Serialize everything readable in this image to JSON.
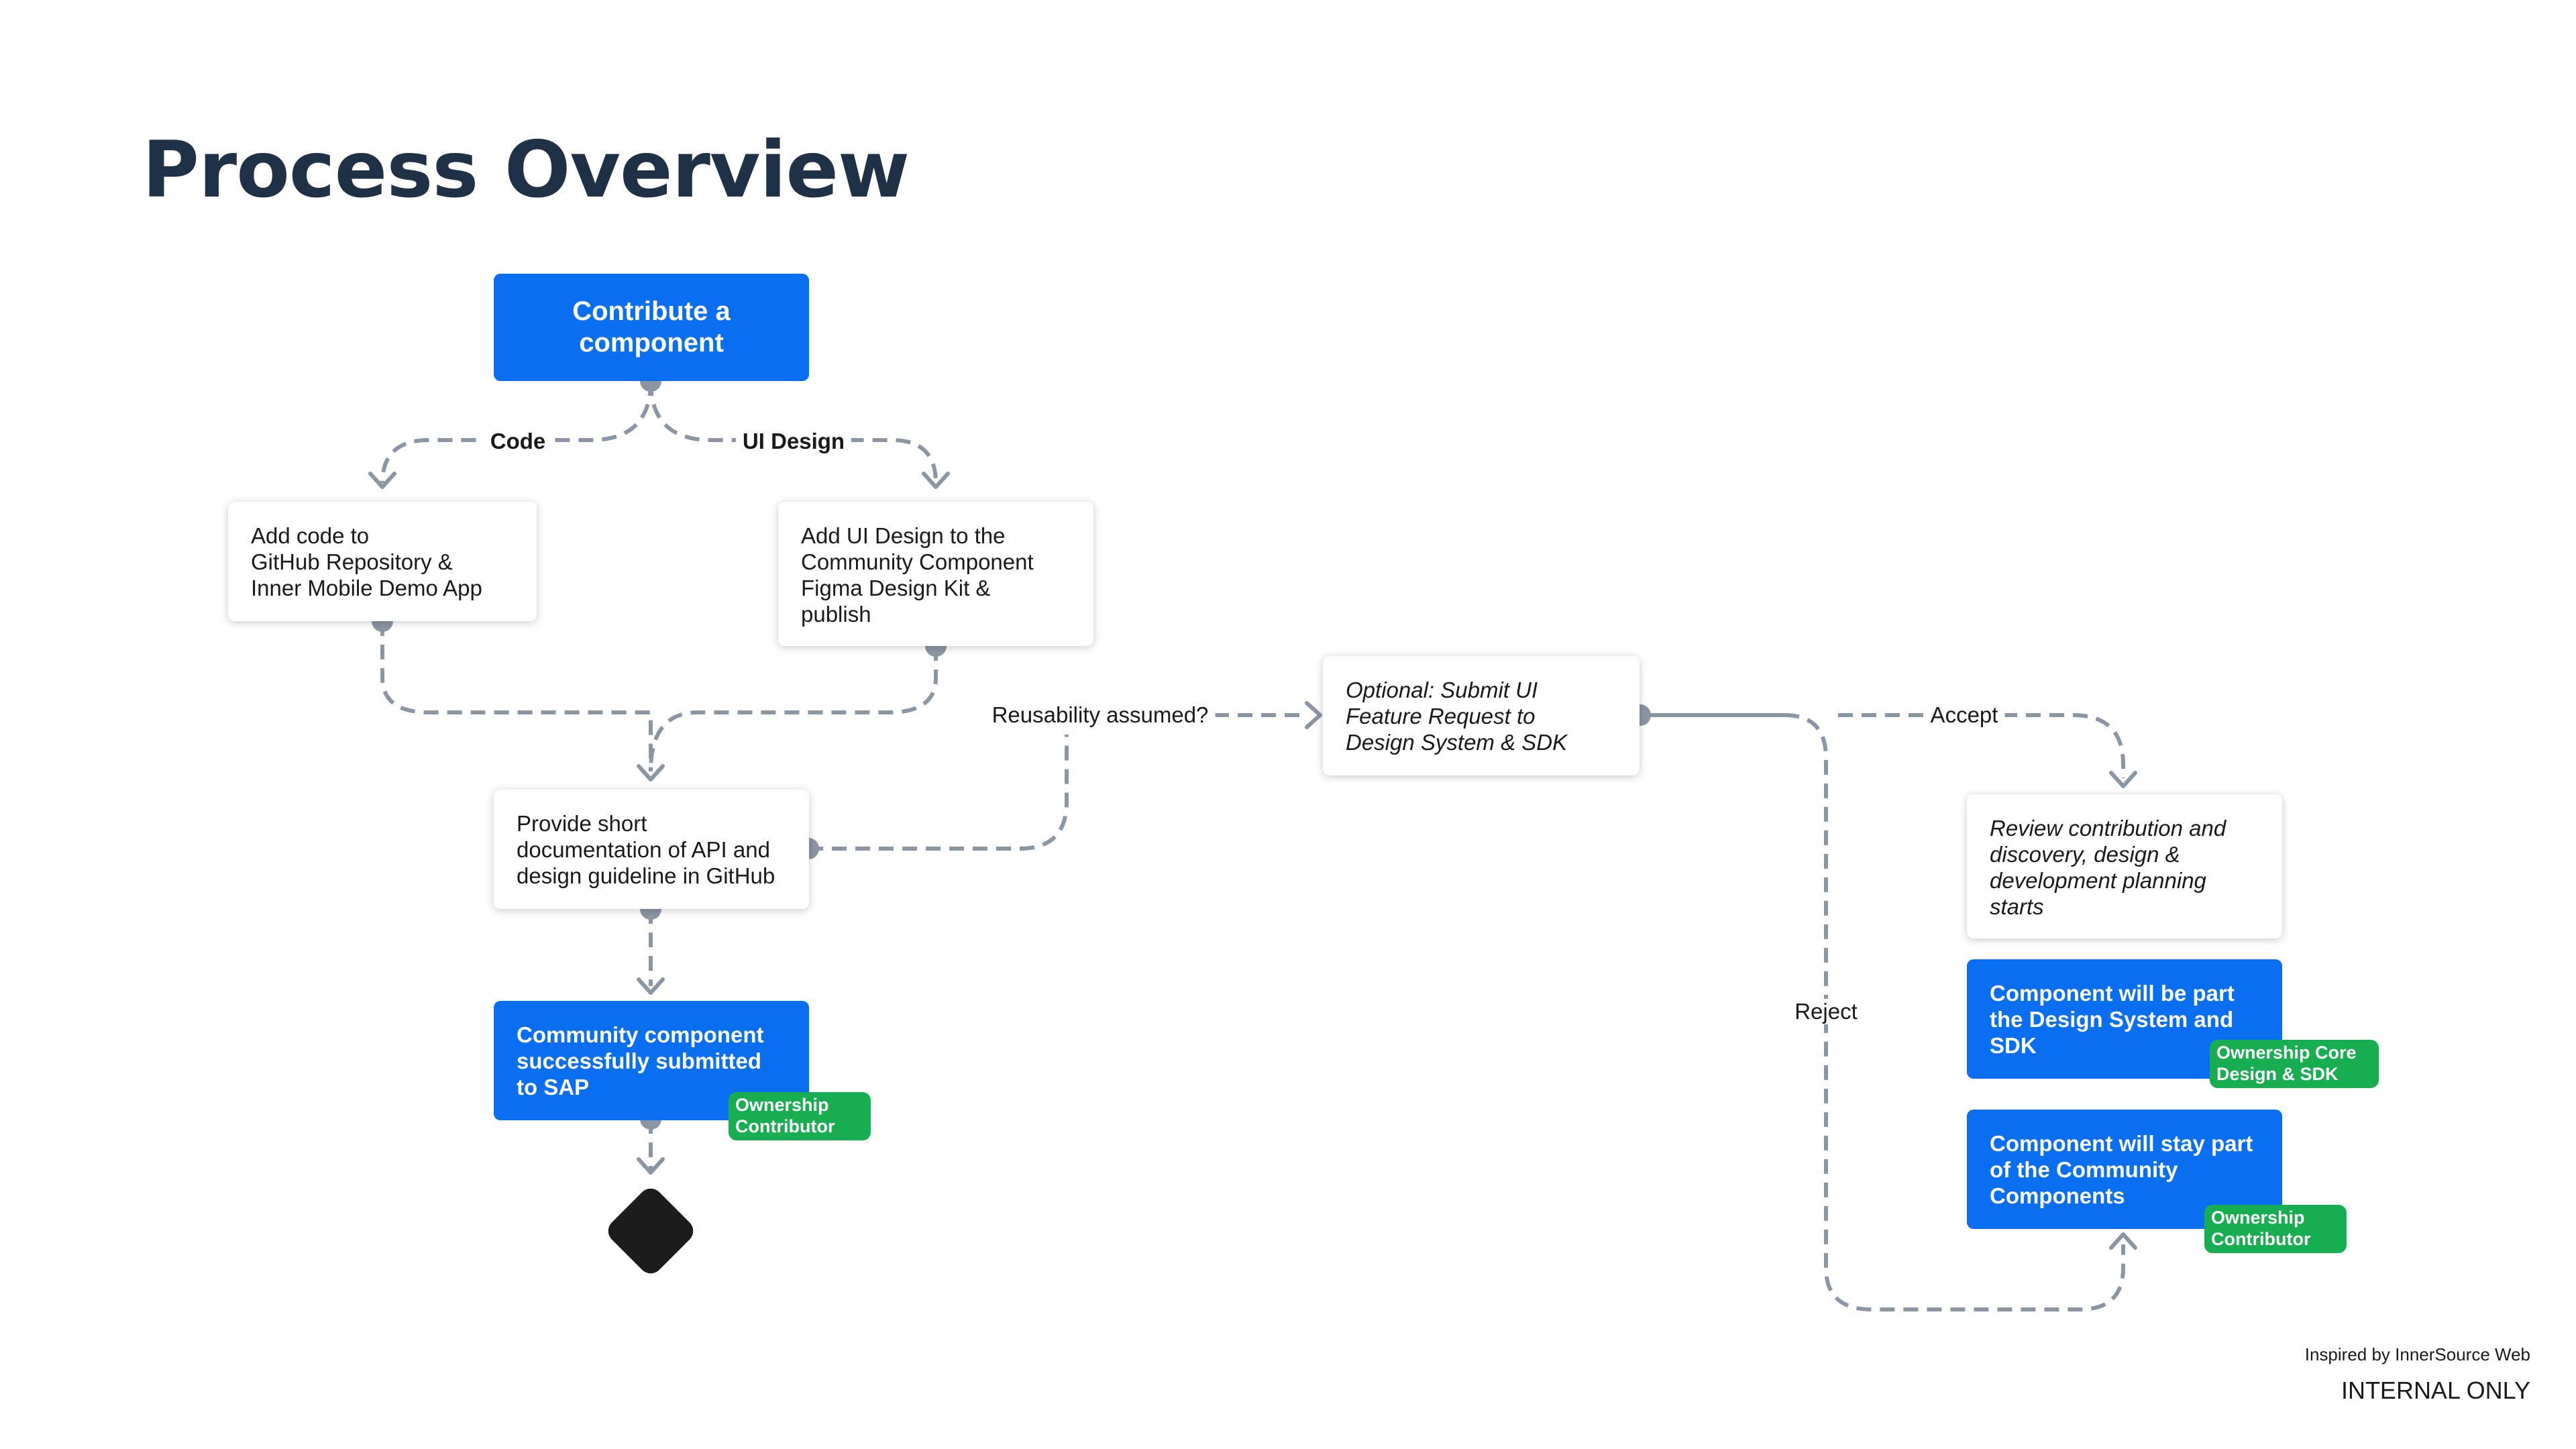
{
  "title": "Process Overview",
  "nodes": {
    "contribute": "Contribute a component",
    "add_code": "Add code to\nGitHub Repository &\nInner Mobile Demo App",
    "add_design": "Add UI Design to the\nCommunity Component\nFigma Design Kit &\npublish",
    "documentation": "Provide short\ndocumentation of API and\ndesign guideline in GitHub",
    "submitted": "Community component\nsuccessfully submitted\nto SAP",
    "feature_request": "Optional: Submit UI\nFeature Request to\nDesign System & SDK",
    "review": "Review contribution and\ndiscovery, design &\ndevelopment planning\nstarts",
    "part_design_system": "Component will be part\nthe Design System and\nSDK",
    "stay_community": "Component will stay part\nof the Community\nComponents"
  },
  "badges": {
    "submitted": "Ownership\nContributor",
    "part_design_system": "Ownership Core\nDesign & SDK",
    "stay_community": "Ownership\nContributor"
  },
  "edge_labels": {
    "code": "Code",
    "ui_design": "UI Design",
    "reusability": "Reusability assumed?",
    "accept": "Accept",
    "reject": "Reject"
  },
  "colors": {
    "primary_blue": "#0a6ef0",
    "ownership_green": "#19ad51",
    "connector_gray": "#8c96a3",
    "title_navy": "#1f3147",
    "end_node": "#1c1c1c"
  },
  "footer": {
    "credit": "Inspired by InnerSource Web",
    "classification": "INTERNAL ONLY"
  }
}
